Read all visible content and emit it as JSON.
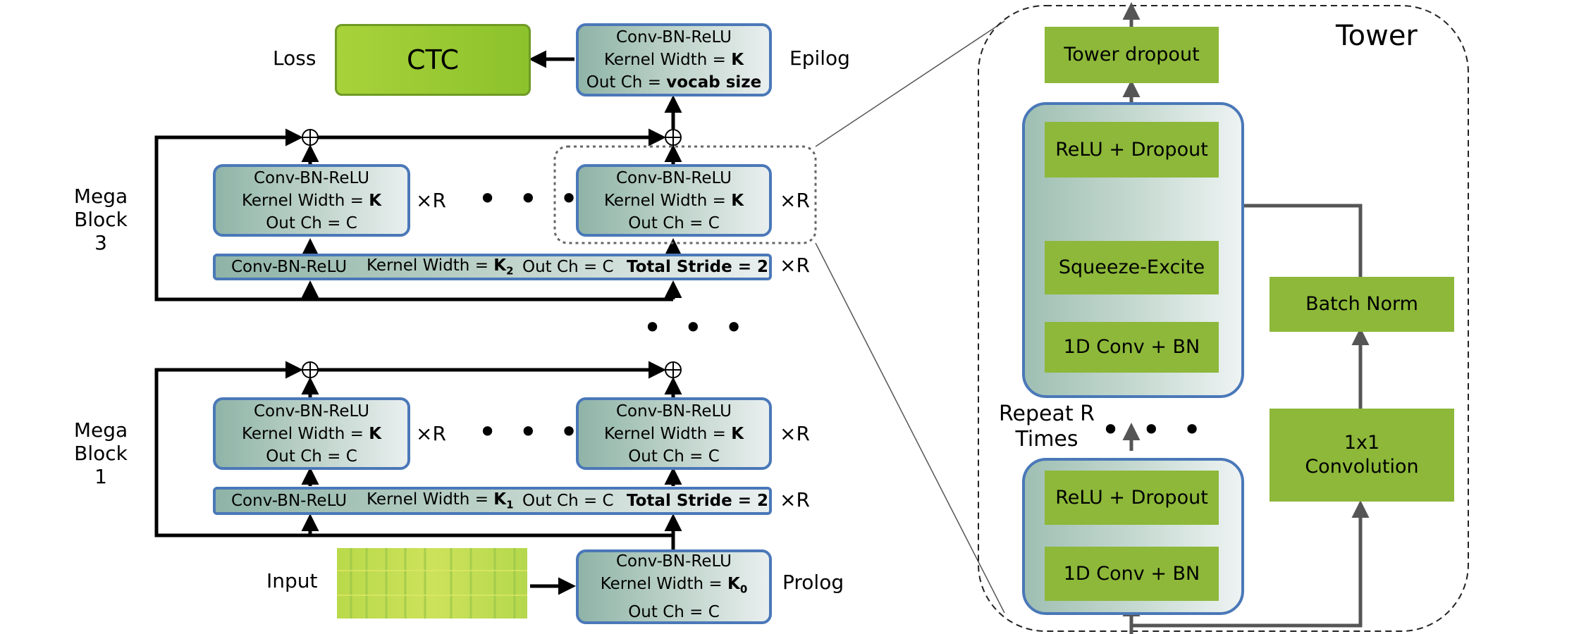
{
  "labels": {
    "loss": "Loss",
    "epilog": "Epilog",
    "prolog": "Prolog",
    "input": "Input",
    "mega_block_3": [
      "Mega",
      "Block",
      "3"
    ],
    "mega_block_1": [
      "Mega",
      "Block",
      "1"
    ],
    "times_r": "×R",
    "ellipsis": "• • •"
  },
  "ctc": {
    "label": "CTC"
  },
  "epilog_box": {
    "line1": "Conv-BN-ReLU",
    "line2_prefix": "Kernel Width = ",
    "line2_bold": "K",
    "line3_prefix": "Out Ch = ",
    "line3_bold": "vocab size"
  },
  "block_box": {
    "line1": "Conv-BN-ReLU",
    "line2_prefix": "Kernel Width = ",
    "line2_bold": "K",
    "line3": "Out Ch = C"
  },
  "strip3": {
    "conv": "Conv-BN-ReLU",
    "kernel_prefix": "Kernel Width = ",
    "kernel_bold": "K",
    "kernel_sub": "2",
    "outch": "Out Ch = C",
    "stride": "Total Stride = 2"
  },
  "strip1": {
    "conv": "Conv-BN-ReLU",
    "kernel_prefix": "Kernel Width = ",
    "kernel_bold": "K",
    "kernel_sub": "1",
    "outch": "Out Ch = C",
    "stride": "Total Stride = 2"
  },
  "prolog_box": {
    "line1": "Conv-BN-ReLU",
    "line2_prefix": "Kernel Width = ",
    "line2_bold": "K",
    "line2_sub": "0",
    "line3": "Out Ch = C"
  },
  "tower": {
    "title": "Tower",
    "tower_dropout": "Tower dropout",
    "relu_dropout": "ReLU + Dropout",
    "squeeze_excite": "Squeeze-Excite",
    "conv_bn": "1D Conv + BN",
    "repeat": [
      "Repeat R",
      "Times"
    ],
    "batch_norm": "Batch Norm",
    "conv1x1": [
      "1x1",
      "Convolution"
    ]
  },
  "colors": {
    "box_border": "#4a78b8",
    "green": "#8db83a",
    "ctc": "#9ccc32",
    "arrow": "#000000",
    "tower_arrow": "#555555"
  }
}
